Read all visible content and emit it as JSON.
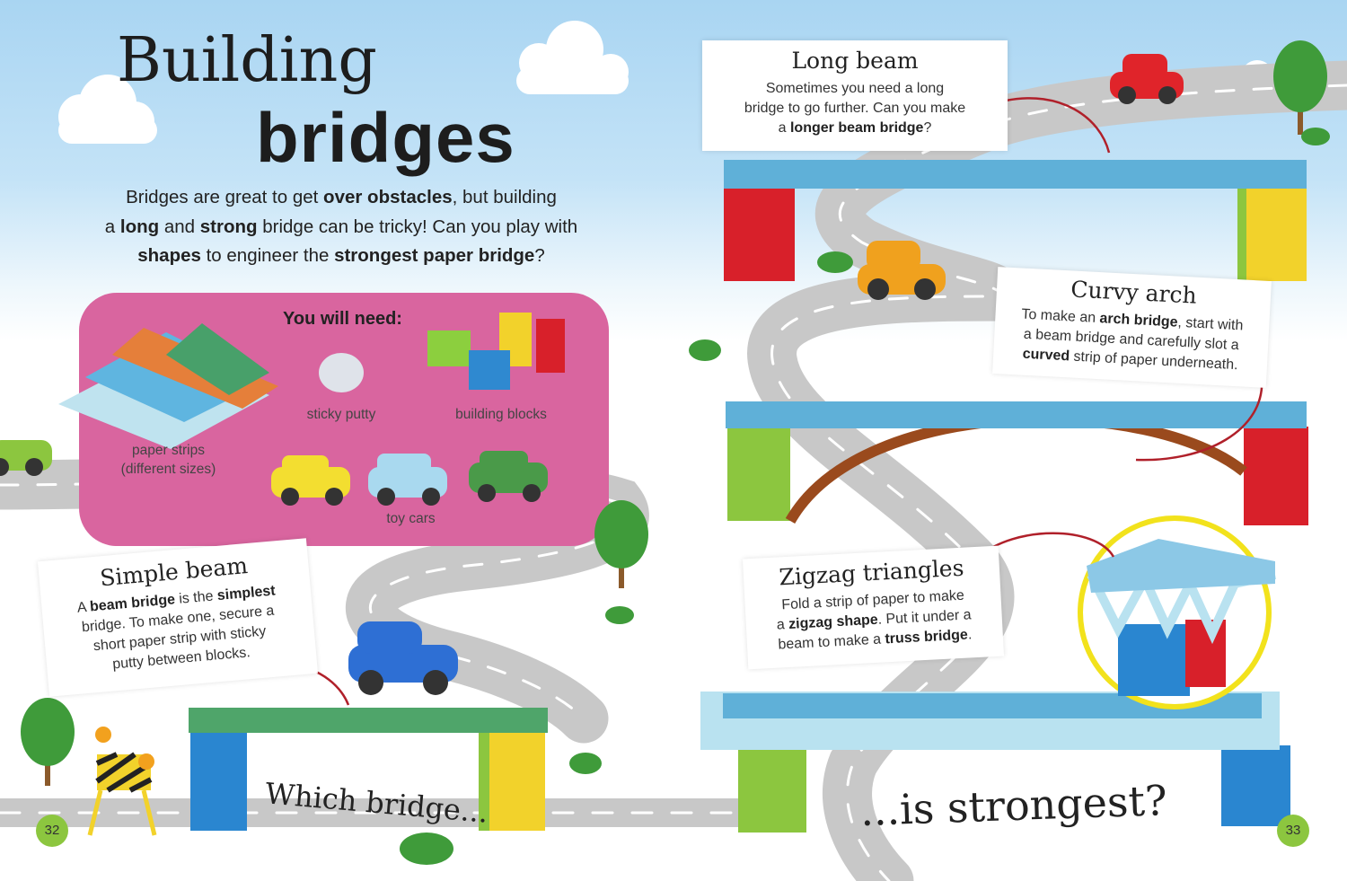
{
  "title": {
    "line1": "Building",
    "line2": "bridges"
  },
  "intro": [
    [
      {
        "t": "Bridges are great to get "
      },
      {
        "t": "over obstacles",
        "b": true
      },
      {
        "t": ", but building"
      }
    ],
    [
      {
        "t": "a "
      },
      {
        "t": "long",
        "b": true
      },
      {
        "t": " and "
      },
      {
        "t": "strong",
        "b": true
      },
      {
        "t": " bridge can be tricky! Can you play with"
      }
    ],
    [
      {
        "t": "shapes",
        "b": true
      },
      {
        "t": " to engineer the "
      },
      {
        "t": "strongest paper bridge",
        "b": true
      },
      {
        "t": "?"
      }
    ]
  ],
  "materials": {
    "heading": "You will need:",
    "paper_strips": "paper strips",
    "paper_strips_note": "(different sizes)",
    "sticky_putty": "sticky putty",
    "building_blocks": "building blocks",
    "toy_cars": "toy cars"
  },
  "cards": {
    "simple_beam": {
      "title": "Simple beam",
      "body": [
        [
          {
            "t": "A "
          },
          {
            "t": "beam bridge",
            "b": true
          },
          {
            "t": " is the "
          },
          {
            "t": "simplest",
            "b": true
          }
        ],
        [
          {
            "t": "bridge. To make one, secure a"
          }
        ],
        [
          {
            "t": "short paper strip with sticky"
          }
        ],
        [
          {
            "t": "putty between blocks."
          }
        ]
      ]
    },
    "long_beam": {
      "title": "Long beam",
      "body": [
        [
          {
            "t": "Sometimes you need a long"
          }
        ],
        [
          {
            "t": "bridge to go further. Can you make"
          }
        ],
        [
          {
            "t": "a "
          },
          {
            "t": "longer beam bridge",
            "b": true
          },
          {
            "t": "?"
          }
        ]
      ]
    },
    "curvy_arch": {
      "title": "Curvy arch",
      "body": [
        [
          {
            "t": "To make an "
          },
          {
            "t": "arch bridge",
            "b": true
          },
          {
            "t": ", start with"
          }
        ],
        [
          {
            "t": "a beam bridge and carefully slot a"
          }
        ],
        [
          {
            "t": "curved",
            "b": true
          },
          {
            "t": " strip of paper underneath."
          }
        ]
      ]
    },
    "zigzag": {
      "title": "Zigzag triangles",
      "body": [
        [
          {
            "t": "Fold a strip of paper to make"
          }
        ],
        [
          {
            "t": "a "
          },
          {
            "t": "zigzag shape",
            "b": true
          },
          {
            "t": ". Put it under a"
          }
        ],
        [
          {
            "t": "beam to make a "
          },
          {
            "t": "truss bridge",
            "b": true
          },
          {
            "t": "."
          }
        ]
      ]
    }
  },
  "footer": {
    "which": "Which bridge...",
    "strongest": "...is strongest?"
  },
  "page_numbers": {
    "left": "32",
    "right": "33"
  },
  "colors": {
    "pink": "#d9659f",
    "road": "#c9c9c9",
    "page_badge": "#8cc63f",
    "highlight_circle": "#f2e21c"
  }
}
